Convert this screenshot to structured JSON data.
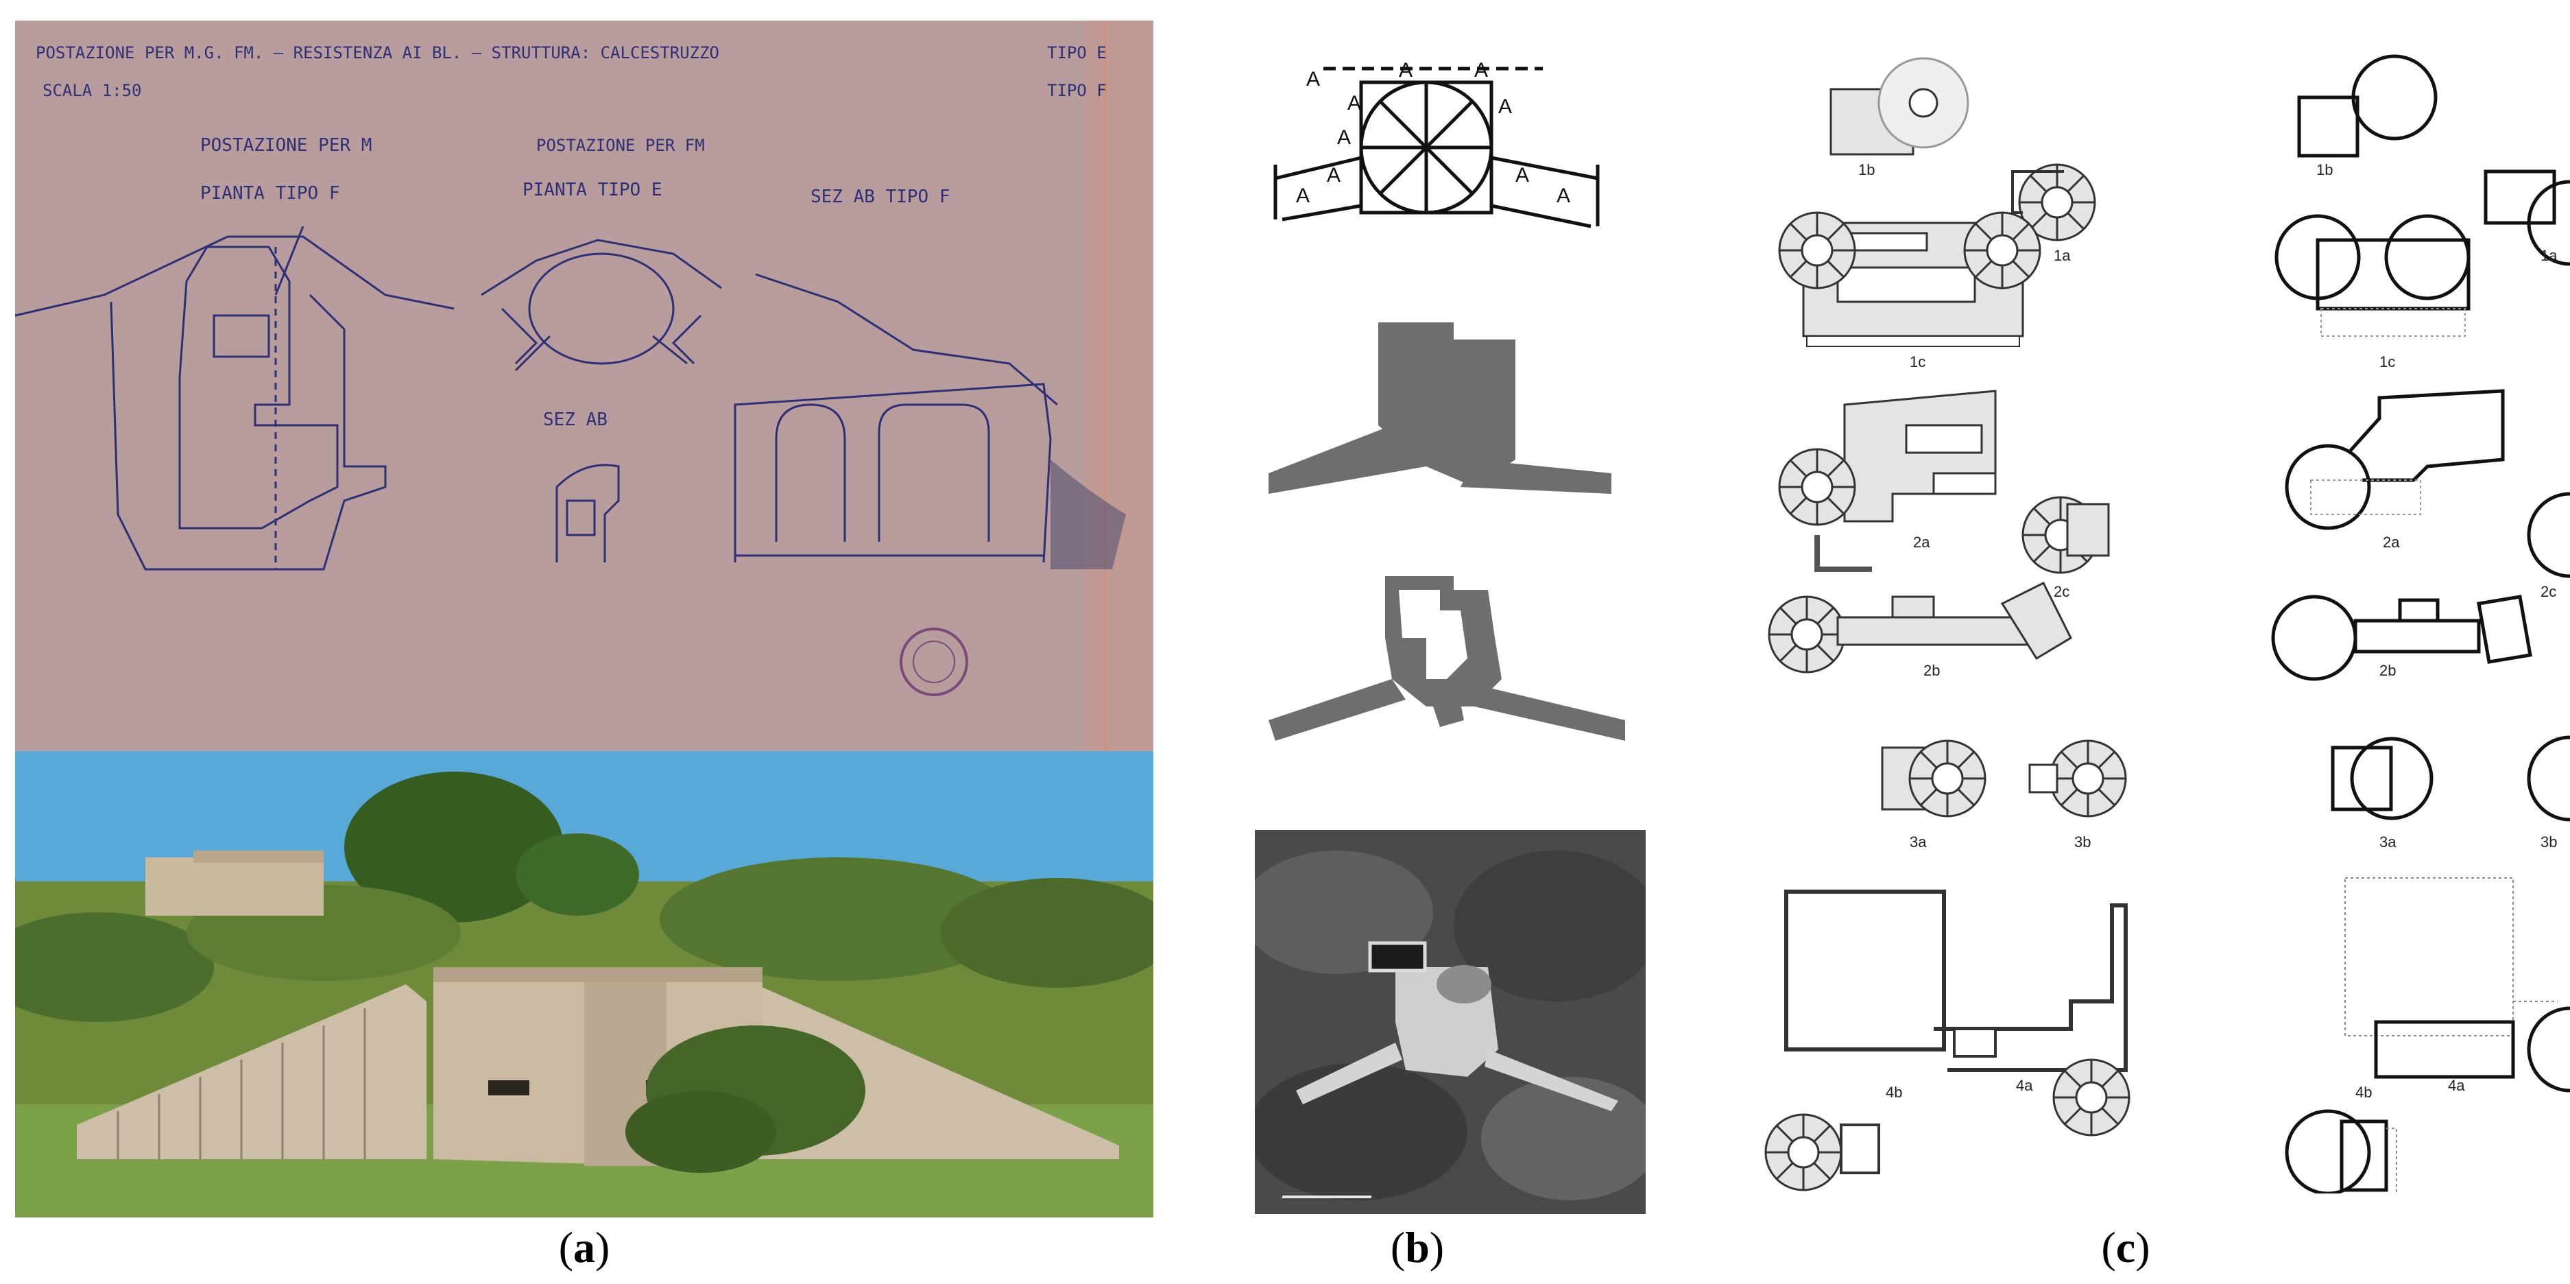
{
  "panel_a": {
    "drawing": {
      "title_line": "POSTAZIONE PER M.G. FM. – RESISTENZA AI BL. – STRUTTURA: CALCESTRUZZO",
      "scale": "SCALA 1:50",
      "tipo_1": "TIPO E",
      "tipo_2": "TIPO F",
      "sub1_line1": "POSTAZIONE PER M",
      "sub1_line2": "PIANTA TIPO F",
      "sub2_line1": "POSTAZIONE PER FM",
      "sub2_line2": "PIANTA TIPO E",
      "sub3": "SEZ AB TIPO F",
      "sub4": "SEZ AB"
    }
  },
  "panel_c": {
    "labels": {
      "l1b": "1b",
      "l1a": "1a",
      "l1c": "1c",
      "l2a": "2a",
      "l2c": "2c",
      "l2b": "2b",
      "l3a": "3a",
      "l3b": "3b",
      "l4a": "4a",
      "l4b": "4b"
    }
  },
  "captions": {
    "a": "a",
    "b": "b",
    "c": "c"
  },
  "colors": {
    "paper": "#b99c9e",
    "ink": "#2f2f73",
    "sky": "#59a9d8",
    "grass": "#6f8a3a",
    "concrete": "#cbbaa2",
    "solid_plan": "#6e6e6e",
    "plan_fill": "#e4e4e4"
  }
}
